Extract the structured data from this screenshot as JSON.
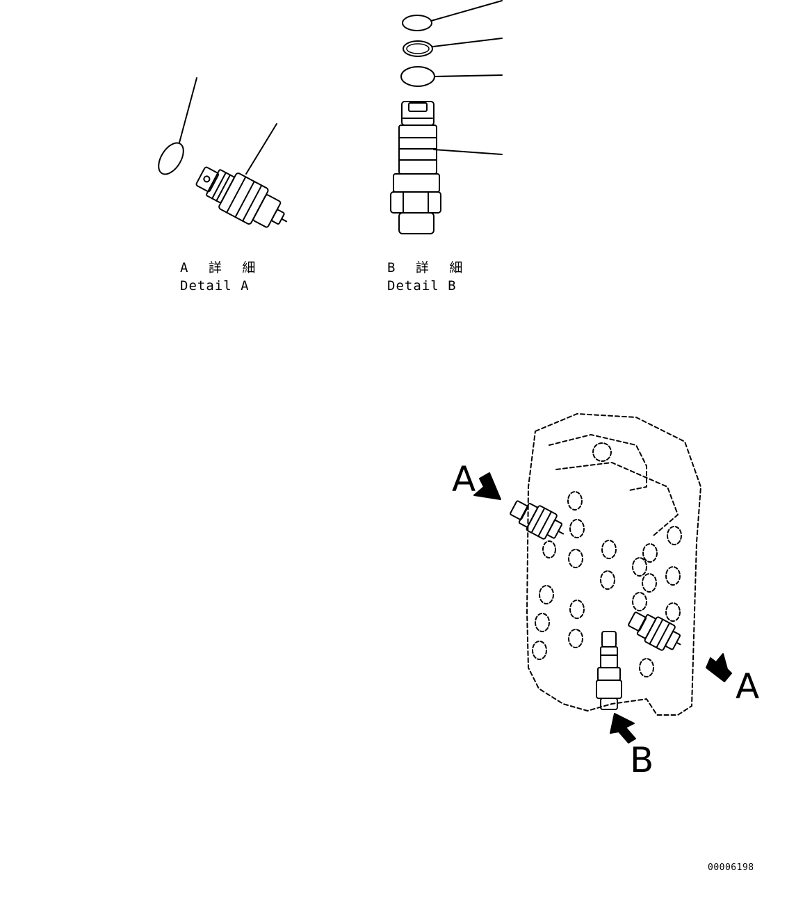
{
  "details": {
    "a": {
      "jp": "A 詳 細",
      "en": "Detail A"
    },
    "b": {
      "jp": "B 詳 細",
      "en": "Detail B"
    }
  },
  "callouts": {
    "a_left": "A",
    "a_right": "A",
    "b": "B"
  },
  "drawing_no": "00006198"
}
